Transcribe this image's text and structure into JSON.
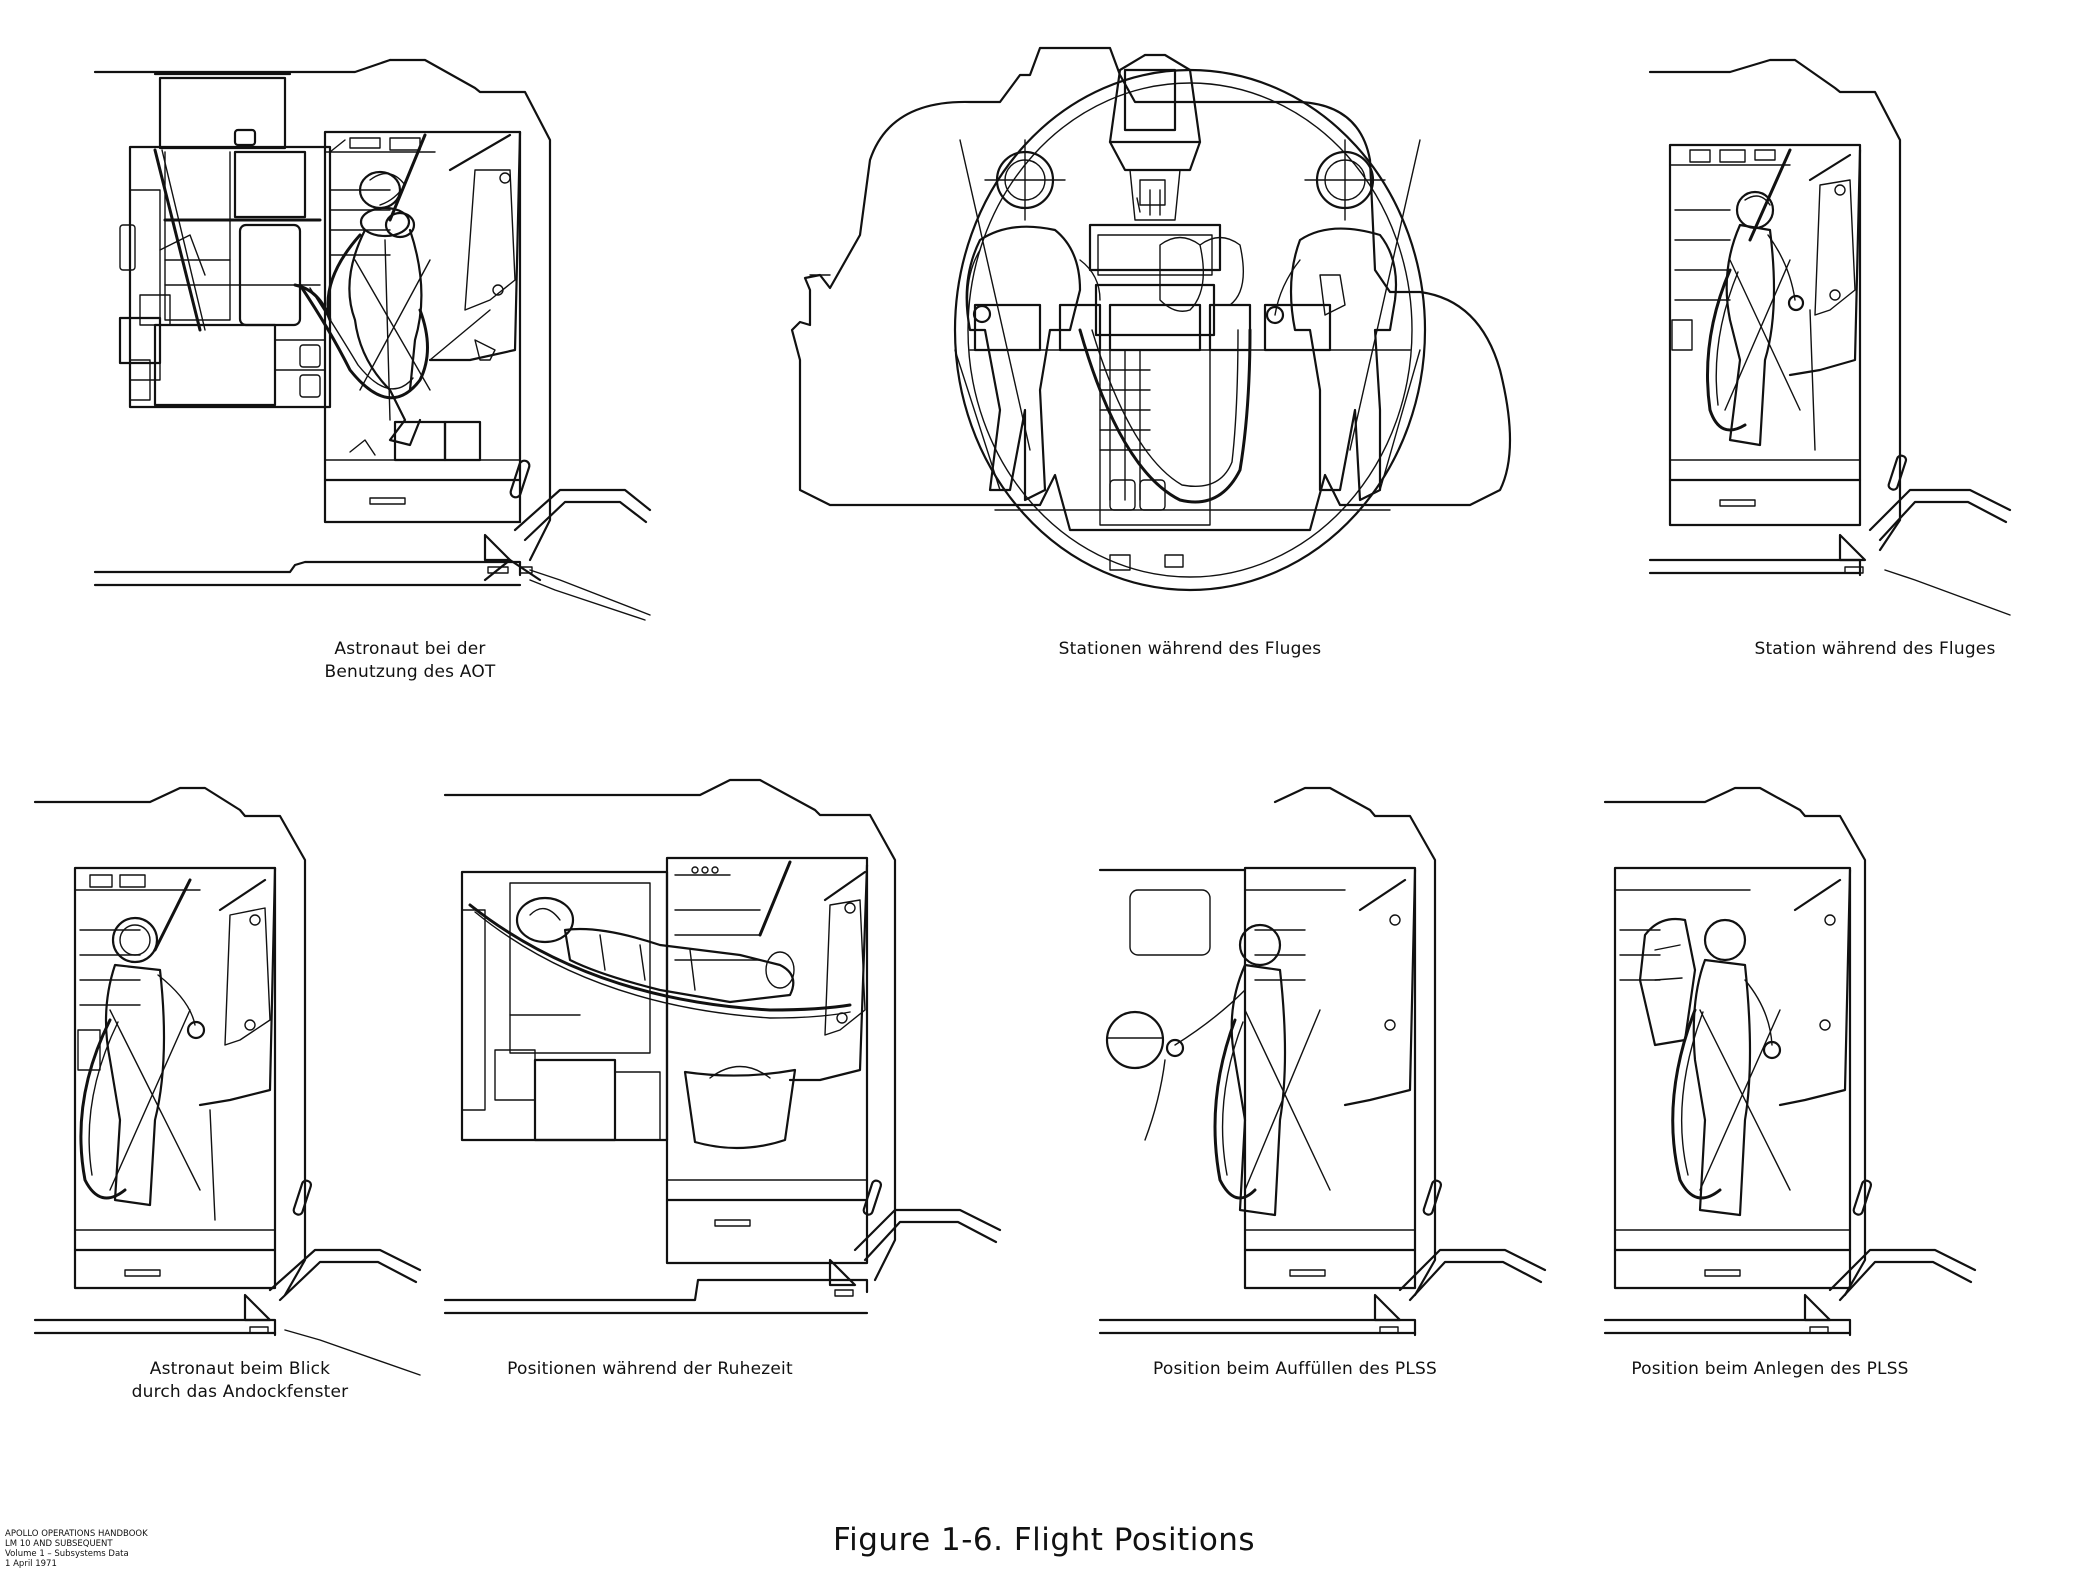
{
  "figure": {
    "title": "Figure 1-6. Flight Positions"
  },
  "footer": {
    "lines": [
      "APOLLO OPERATIONS HANDBOOK",
      "LM 10 AND SUBSEQUENT",
      "Volume 1 – Subsystems Data",
      "1 April 1971"
    ]
  },
  "panels": [
    {
      "id": "aot",
      "caption_lines": [
        "Astronaut bei der",
        "Benutzung des AOT"
      ]
    },
    {
      "id": "stations-flight",
      "caption_lines": [
        "Stationen während des Fluges"
      ]
    },
    {
      "id": "station-flight",
      "caption_lines": [
        "Station während des Fluges"
      ]
    },
    {
      "id": "docking-window",
      "caption_lines": [
        "Astronaut beim Blick",
        "durch das Andockfenster"
      ]
    },
    {
      "id": "rest-period",
      "caption_lines": [
        "Positionen während der Ruhezeit"
      ]
    },
    {
      "id": "plss-fill",
      "caption_lines": [
        "Position beim Auffüllen des PLSS"
      ]
    },
    {
      "id": "plss-donning",
      "caption_lines": [
        "Position beim Anlegen des PLSS"
      ]
    }
  ]
}
